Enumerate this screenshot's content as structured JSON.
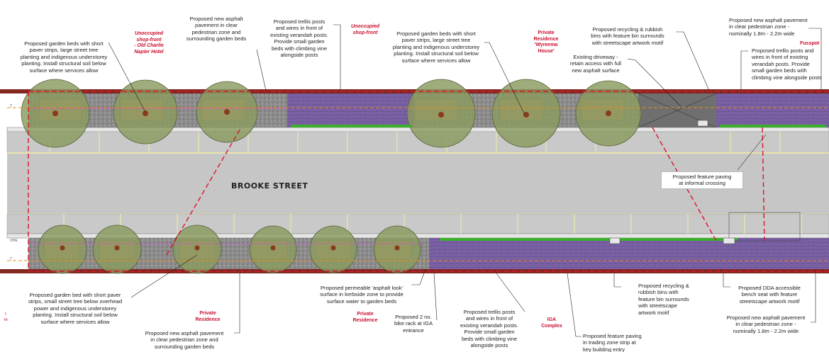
{
  "street_name": "BROOKE STREET",
  "top_labels": {
    "garden_beds_short_paver": "Proposed garden beds with short\npaver strips, large street tree\nplanting and indigenous understorey\nplanting.  Install structural soil below\nsurface where services allow",
    "unoccupied_old_charlie": "Unoccupied\nshop-front\n- Old Charlie\nNapier Hotel",
    "asphalt_pavement_clear_zone": "Proposed new asphalt\npavement in clear\npedestrian zone and\nsurrounding garden beds",
    "trellis_posts_verandah": "Proposed trellis posts\nand wires in front of\nexisting verandah posts.\nProvide small garden\nbeds with climbing vine\nalongside posts",
    "unoccupied_shopfront": "Unoccupied\nshop-front",
    "garden_beds_short_paver_2": "Proposed garden beds with short\npaver strips, large street tree\nplanting and indigenous understorey\nplanting.  Install structural soil below\nsurface where services allow",
    "private_residence_wyreema": "Private\nResidence\n'Wyreema\nHouse'",
    "recycling_rubbish_bins": "Proposed recycling & rubbish\nbins with feature bin surrounds\nwith streetscape artwork motif",
    "existing_driveway": "Existing driveway -\nretain access with full\nnew asphalt surface",
    "asphalt_pavement_nominal": "Proposed new asphalt pavement\nin clear pedestrian zone -\nnominally 1.8m - 2.2m wide",
    "fusspot": "Fusspot",
    "trellis_posts_wires": "Proposed trellis posts and\nwires in front of existing\nverandah posts. Provide\nsmall garden beds with\nclimbing vine alongside posts"
  },
  "mid_labels": {
    "feature_paving_crossing": "Proposed feature paving\nat informal crossing"
  },
  "bottom_labels": {
    "garden_bed_overhead_power": "Proposed garden bed with short paver\nstrips, small street tree below overhead\npower and indigenous understorey\nplanting. Install structural soil below\nsurface where services allow",
    "private_residence_left": "Private\nResidence",
    "asphalt_pavement_garden": "Proposed new asphalt pavement\nin clear pedestrian zone and\nsurrounding garden beds",
    "permeable_asphalt_look": "Proposed permeable 'asphalt look'\nsurface in kerbside zone to provide\nsurface water to garden beds",
    "private_residence_mid": "Private\nResidence",
    "bike_rack_iga": "Proposed 2 no.\nbike rack at IGA\nentrance",
    "trellis_posts_bottom": "Proposed trellis posts\nand wires in front of\nexisting verandah posts.\nProvide small garden\nbeds with climbing vine\nalongside posts",
    "iga_complex": "IGA\nComplex",
    "feature_paving_trading": "Proposed feature paving\nin trading zone strip at\nkey building entry",
    "recycling_rubbish_bottom": "Proposed recycling &\nrubbish bins with\nfeature bin surrounds\nwith streetscape\nartwork motif",
    "dda_bench_seat": "Proposed DDA accessible\nbench seat with feature\nstreetscape artwork motif",
    "asphalt_pavement_bottom": "Proposed new asphalt pavement\nin clear pedestrian zone -\nnominally 1.8m - 2.2m wide",
    "left_edge_fragment": "I\nre"
  },
  "line_markers": {
    "ohe_top": "T",
    "ohe_bottom": "OHE",
    "t_bottom": "T"
  },
  "colors": {
    "road": "#c6c6c6",
    "gravel": "#8c8c8c",
    "purple_paving": "#7b62a6",
    "tree_canopy": "#8a9a5e",
    "boundary": "#8b2b22",
    "callout_red": "#c8102e",
    "lane_line": "#f4eea4",
    "garden_bed": "#c39a78"
  }
}
